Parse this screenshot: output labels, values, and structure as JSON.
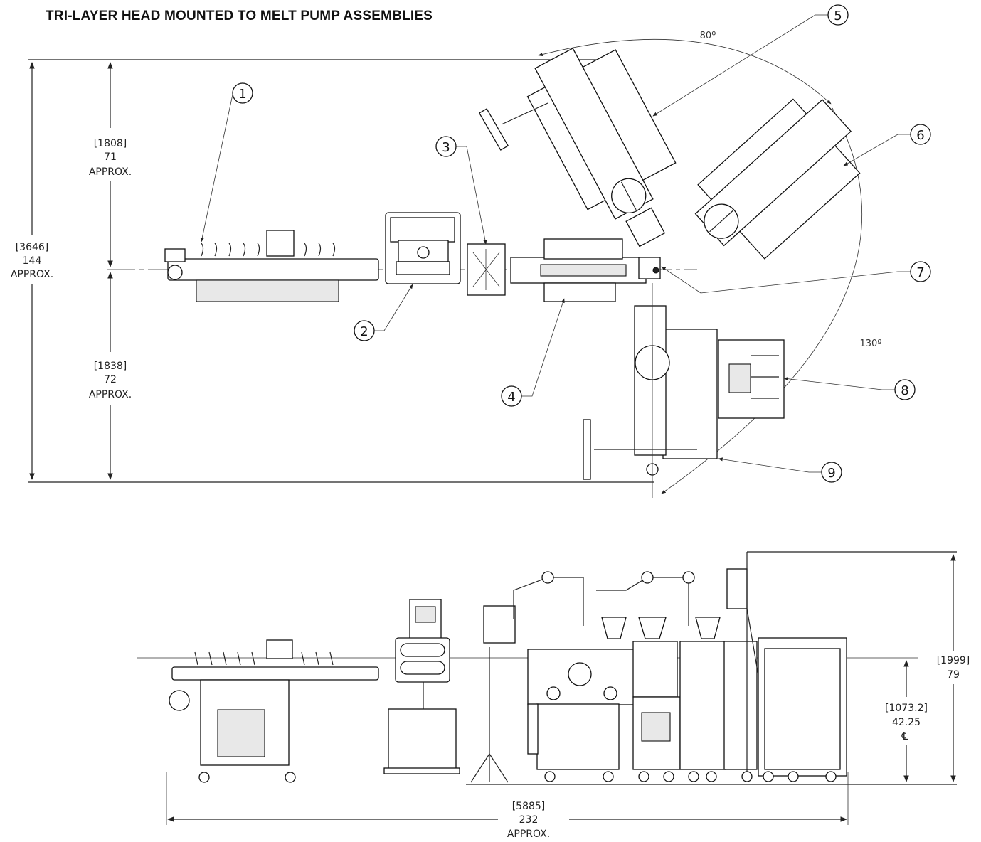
{
  "title": "TRI-LAYER HEAD MOUNTED TO MELT PUMP ASSEMBLIES",
  "top_view": {
    "dims": {
      "total": {
        "mm": "[3646]",
        "inch": "144",
        "approx": "APPROX."
      },
      "upper": {
        "mm": "[1808]",
        "inch": "71",
        "approx": "APPROX."
      },
      "lower": {
        "mm": "[1838]",
        "inch": "72",
        "approx": "APPROX."
      }
    },
    "angles": {
      "a1": "80º",
      "a2": "130º"
    },
    "balloons": [
      "1",
      "2",
      "3",
      "4",
      "5",
      "6",
      "7",
      "8",
      "9"
    ]
  },
  "side_view": {
    "dims": {
      "length": {
        "mm": "[5885]",
        "inch": "232",
        "approx": "APPROX."
      },
      "height": {
        "mm": "[1999]",
        "inch": "79"
      },
      "centerline": {
        "mm": "[1073.2]",
        "inch": "42.25",
        "symbol": "℄"
      }
    }
  }
}
